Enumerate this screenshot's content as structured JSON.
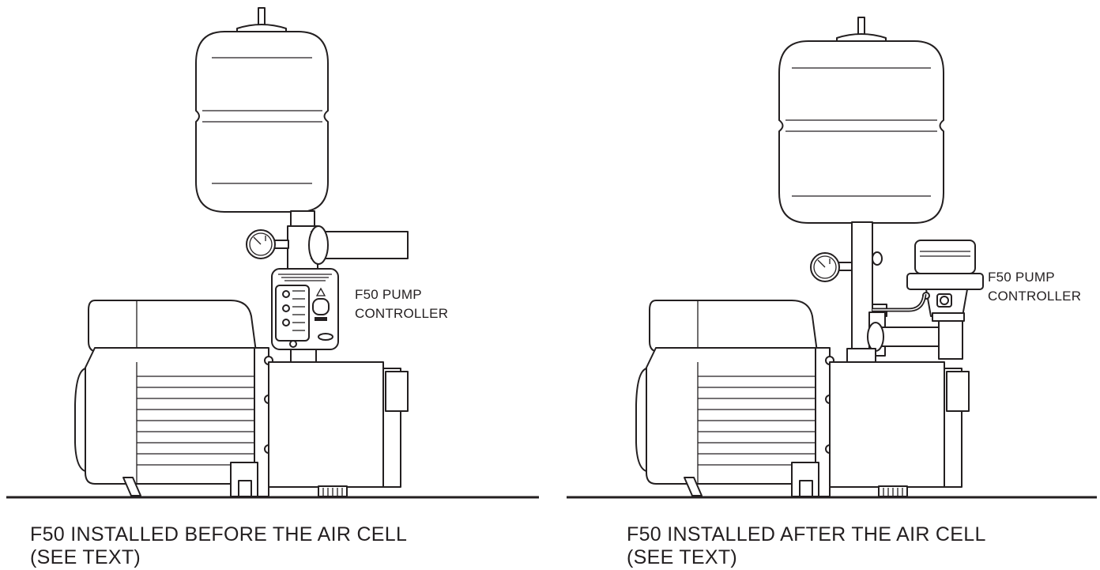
{
  "left_panel": {
    "controller_label": "F50 PUMP\nCONTROLLER",
    "caption_line1": "F50 INSTALLED BEFORE THE AIR CELL",
    "caption_line2": "(SEE TEXT)"
  },
  "right_panel": {
    "controller_label": "F50 PUMP\nCONTROLLER",
    "caption_line1": "F50 INSTALLED AFTER THE AIR CELL",
    "caption_line2": "(SEE TEXT)"
  }
}
